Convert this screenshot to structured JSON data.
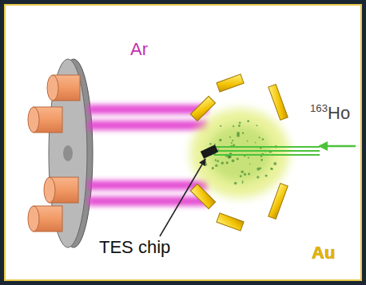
{
  "diagram": {
    "labels": [
      "Ar",
      "163Ho",
      "TES chip",
      "Au"
    ]
  }
}
